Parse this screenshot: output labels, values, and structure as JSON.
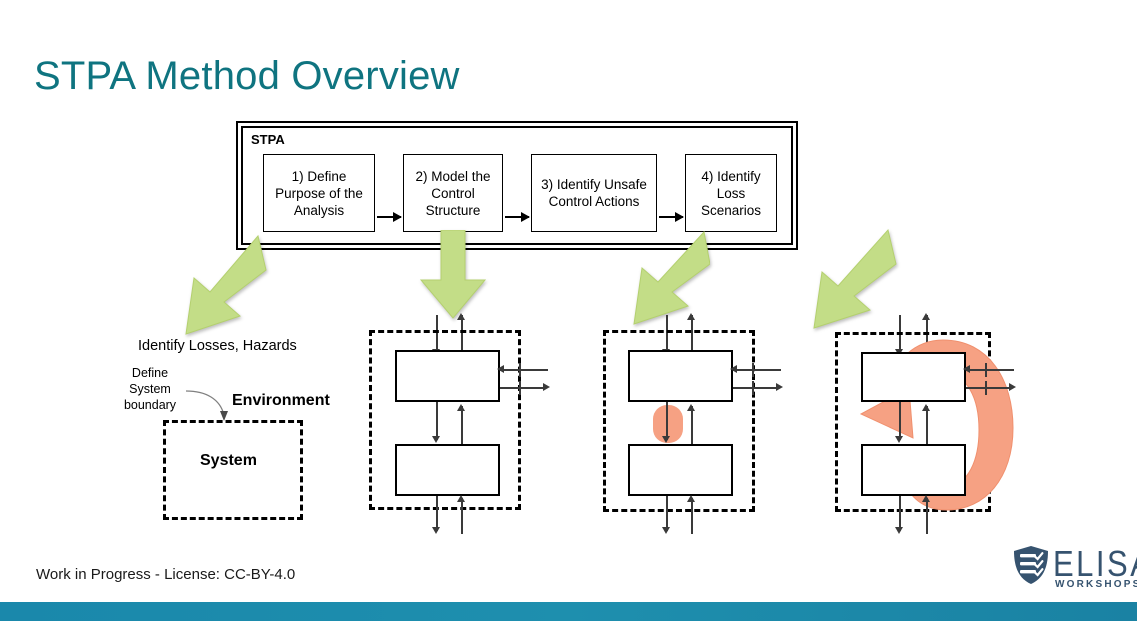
{
  "slide": {
    "title": "STPA Method Overview",
    "background_color": "#ffffff",
    "title_color": "#0f7480",
    "accent_bar_color": "#1a88ab",
    "green_arrow_color": "#c3dd87",
    "orange_highlight_color": "#f6a183"
  },
  "stpa": {
    "label": "STPA",
    "steps": [
      {
        "label": "1) Define Purpose of the Analysis"
      },
      {
        "label": "2) Model the Control Structure"
      },
      {
        "label": "3) Identify Unsafe Control Actions"
      },
      {
        "label": "4) Identify Loss Scenarios"
      }
    ]
  },
  "diagrams": {
    "losses": {
      "heading": "Identify Losses, Hazards",
      "callout": "Define System boundary",
      "environment_label": "Environment",
      "system_label": "System"
    },
    "control_structure": {
      "name": "control-structure-diagram"
    },
    "unsafe_control_actions": {
      "name": "unsafe-control-actions-diagram"
    },
    "loss_scenarios": {
      "name": "loss-scenarios-diagram"
    }
  },
  "footer": {
    "text": "Work in Progress -  License: CC-BY-4.0"
  },
  "logo": {
    "wordmark": "ELISA",
    "subtitle": "WORKSHOPS",
    "color": "#36536f"
  }
}
